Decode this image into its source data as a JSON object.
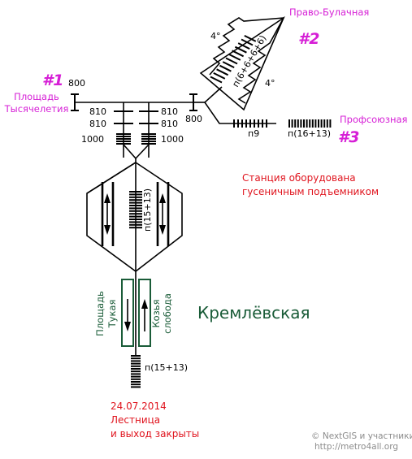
{
  "station": {
    "name": "Кремлёвская",
    "accent_color": "#1a5c38"
  },
  "exits": {
    "exit1": {
      "number": "#1",
      "title_line1": "Площадь",
      "title_line2": "Тысячелетия",
      "width": "800"
    },
    "exit2": {
      "number": "#2",
      "title": "Право-Булачная",
      "stairs": "п(6+6+6+6)",
      "slope_upper": "4°",
      "slope_lower": "4°"
    },
    "exit3": {
      "number": "#3",
      "title": "Профсоюзная",
      "width": "800",
      "stairs_a": "п9",
      "stairs_b": "п(16+13)"
    }
  },
  "passage": {
    "left_widths": [
      "810",
      "810",
      "1000"
    ],
    "right_widths": [
      "810",
      "810",
      "1000"
    ],
    "stairs": "п(15+13)"
  },
  "platform": {
    "left_track_line1": "Площадь",
    "left_track_line2": "Тукая",
    "right_track_line1": "Козья",
    "right_track_line2": "слобода",
    "lower_stairs": "п(15+13)"
  },
  "notes": {
    "lift_line1": "Станция оборудована",
    "lift_line2": "гусеничным подъемником",
    "closed_date": "24.07.2014",
    "closed_line1": "Лестница",
    "closed_line2": "и выход закрыты"
  },
  "credits": {
    "line1": "© NextGIS и участники",
    "line2": "http://metro4all.org"
  },
  "colors": {
    "exit_label": "#d61fd6",
    "warning_text": "#e0141e",
    "station_name": "#1a5c38",
    "credit_text": "#8c8c8c"
  }
}
